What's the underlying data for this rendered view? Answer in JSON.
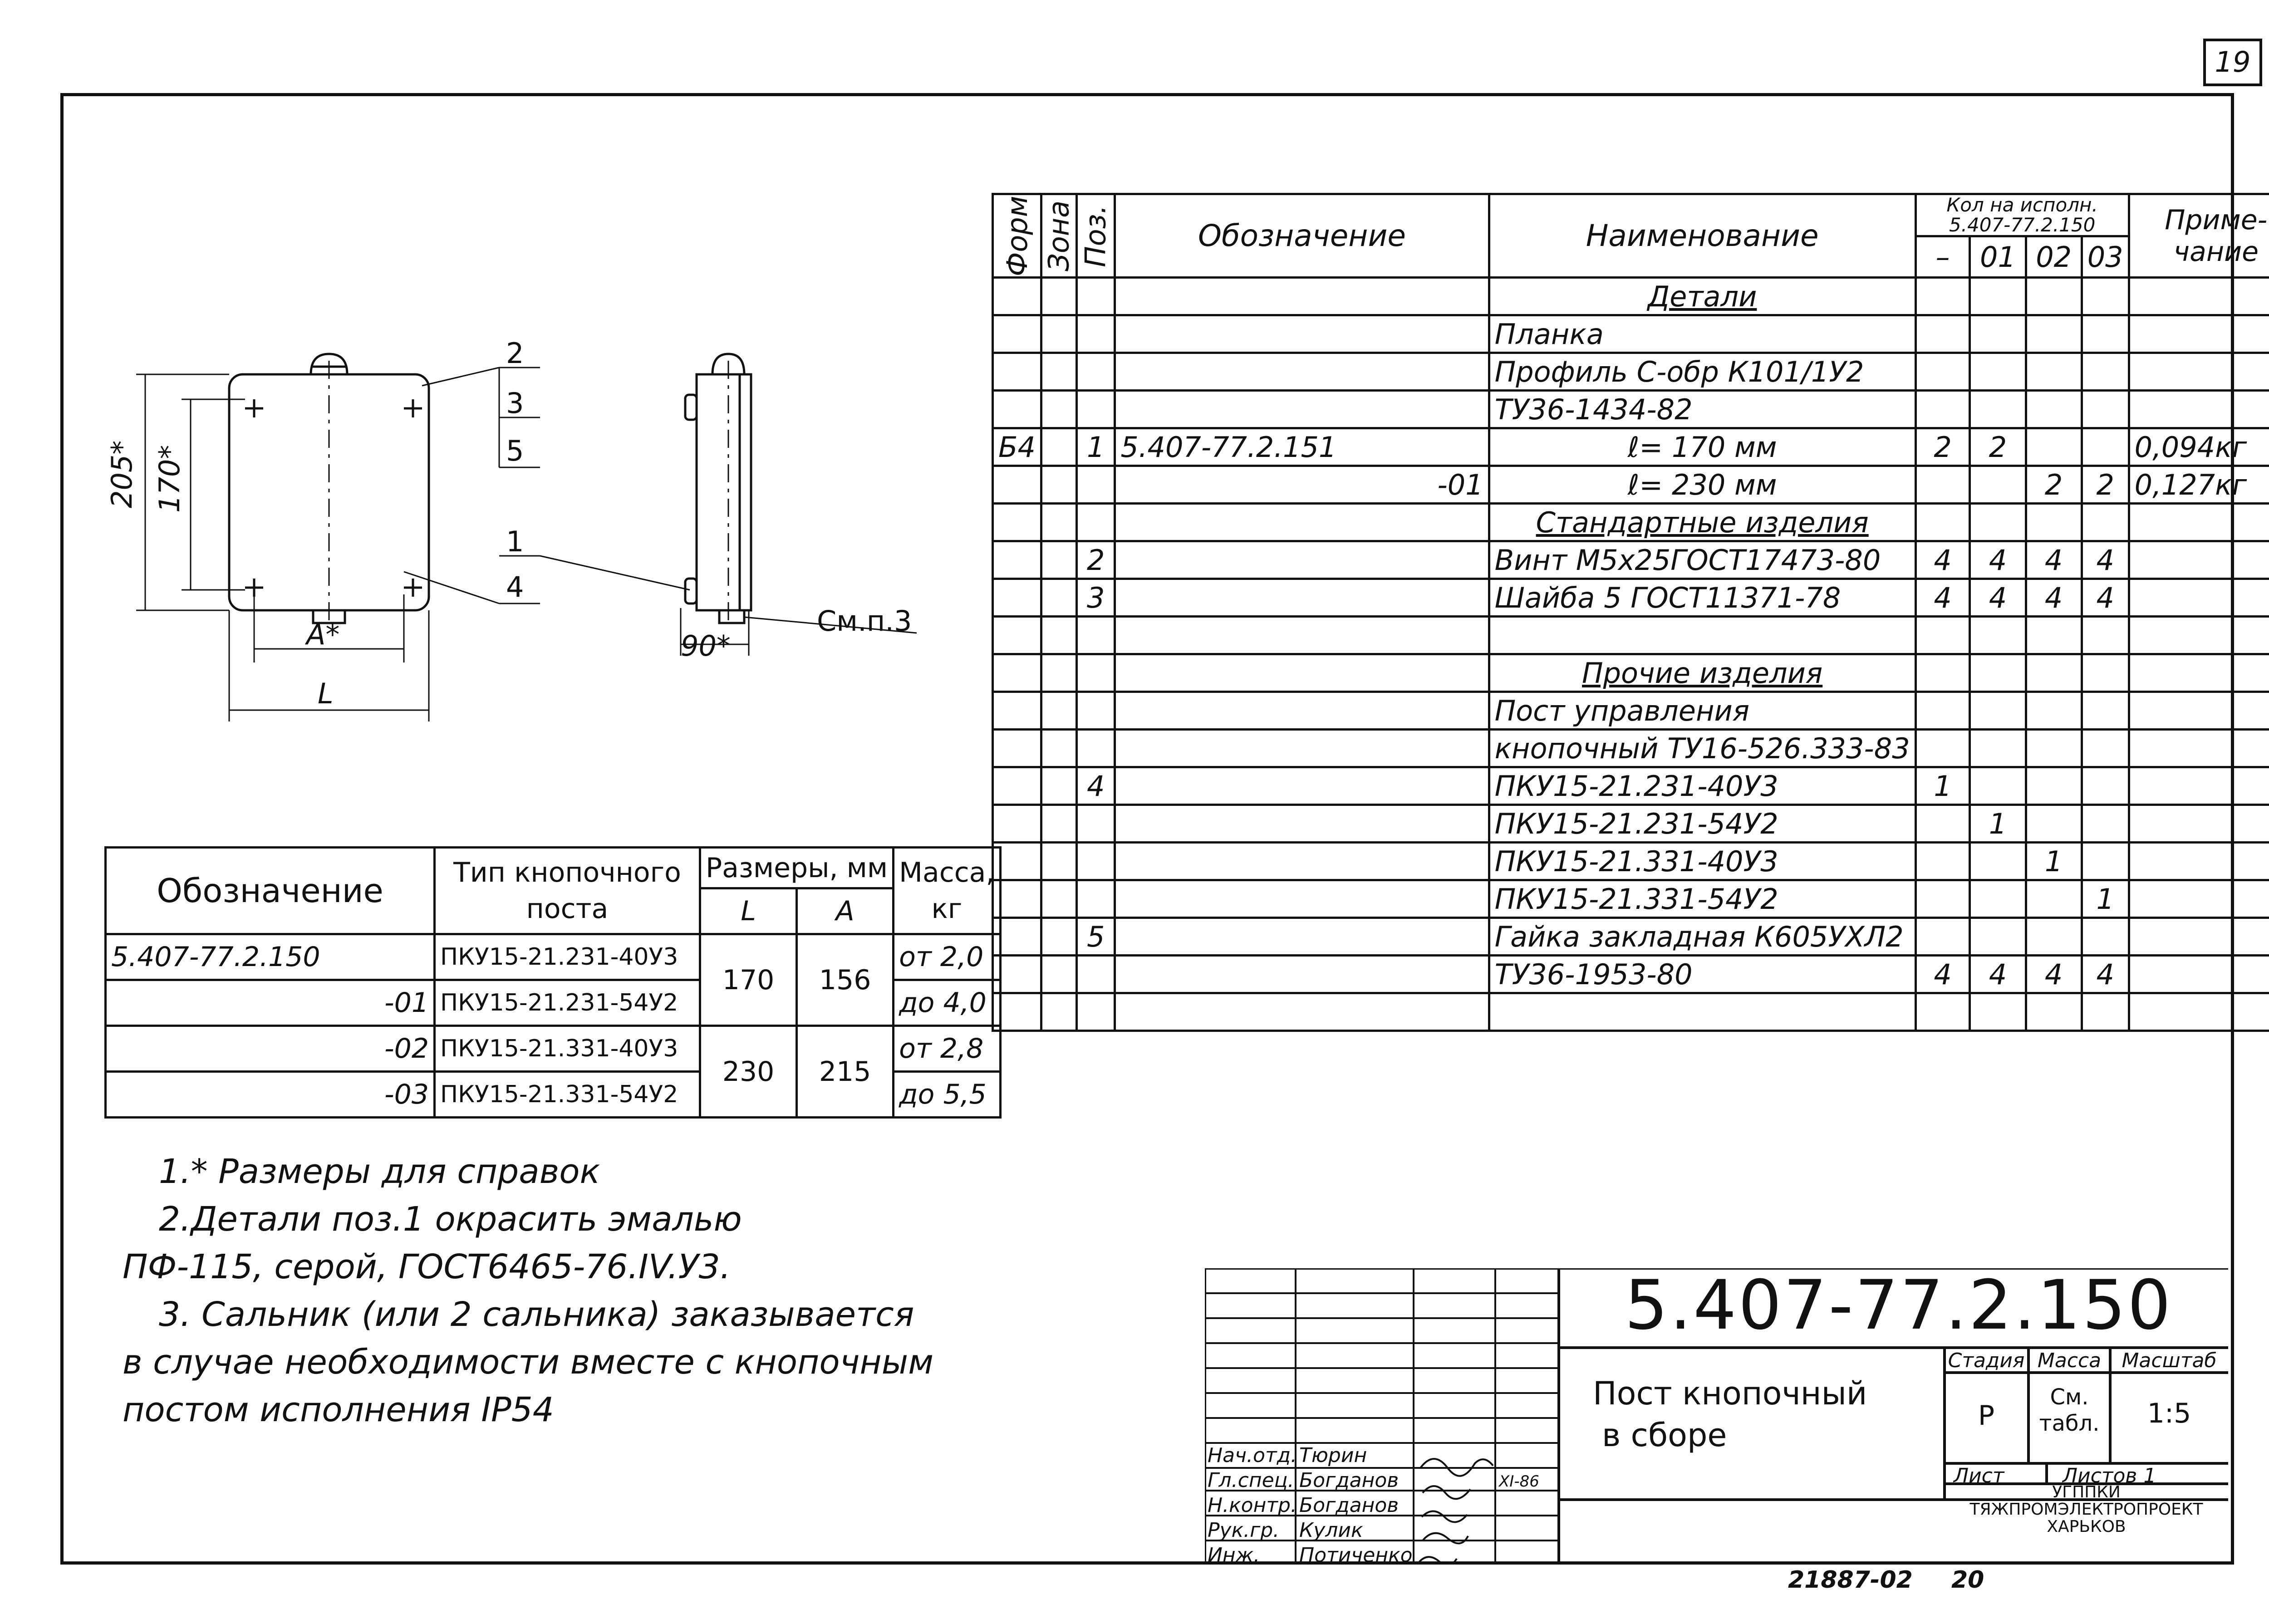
{
  "page_number": "19",
  "bottom_codes": {
    "archive": "21887-02",
    "sheet": "20"
  },
  "spec_table": {
    "headers": {
      "format": "Формат",
      "zone": "Зона",
      "pos": "Поз.",
      "designation": "Обозначение",
      "name": "Наименование",
      "qty_title": "Кол на исполн. 5.407-77.2.150",
      "qty_cols": [
        "–",
        "01",
        "02",
        "03"
      ],
      "note": "Приме- чание"
    },
    "rows": [
      {
        "fmt": "",
        "pos": "",
        "des": "",
        "name": "Детали",
        "q": [
          "",
          "",
          "",
          ""
        ],
        "note": "",
        "u": true
      },
      {
        "fmt": "",
        "pos": "",
        "des": "",
        "name": "Планка",
        "q": [
          "",
          "",
          "",
          ""
        ],
        "note": ""
      },
      {
        "fmt": "",
        "pos": "",
        "des": "",
        "name": "Профиль С-обр К101/1У2",
        "q": [
          "",
          "",
          "",
          ""
        ],
        "note": ""
      },
      {
        "fmt": "",
        "pos": "",
        "des": "",
        "name": "ТУ36-1434-82",
        "q": [
          "",
          "",
          "",
          ""
        ],
        "note": ""
      },
      {
        "fmt": "Б4",
        "pos": "1",
        "des": "5.407-77.2.151",
        "name": "ℓ= 170 мм",
        "q": [
          "2",
          "2",
          "",
          ""
        ],
        "note": "0,094кг"
      },
      {
        "fmt": "",
        "pos": "",
        "des": "-01",
        "name": "ℓ= 230 мм",
        "q": [
          "",
          "",
          "2",
          "2"
        ],
        "note": "0,127кг"
      },
      {
        "fmt": "",
        "pos": "",
        "des": "",
        "name": "Стандартные изделия",
        "q": [
          "",
          "",
          "",
          ""
        ],
        "note": "",
        "u": true
      },
      {
        "fmt": "",
        "pos": "2",
        "des": "",
        "name": "Винт М5х25ГОСТ17473-80",
        "q": [
          "4",
          "4",
          "4",
          "4"
        ],
        "note": ""
      },
      {
        "fmt": "",
        "pos": "3",
        "des": "",
        "name": "Шайба 5 ГОСТ11371-78",
        "q": [
          "4",
          "4",
          "4",
          "4"
        ],
        "note": ""
      },
      {
        "fmt": "",
        "pos": "",
        "des": "",
        "name": "",
        "q": [
          "",
          "",
          "",
          ""
        ],
        "note": ""
      },
      {
        "fmt": "",
        "pos": "",
        "des": "",
        "name": "Прочие изделия",
        "q": [
          "",
          "",
          "",
          ""
        ],
        "note": "",
        "u": true
      },
      {
        "fmt": "",
        "pos": "",
        "des": "",
        "name": "Пост управления",
        "q": [
          "",
          "",
          "",
          ""
        ],
        "note": ""
      },
      {
        "fmt": "",
        "pos": "",
        "des": "",
        "name": "кнопочный ТУ16-526.333-83",
        "q": [
          "",
          "",
          "",
          ""
        ],
        "note": ""
      },
      {
        "fmt": "",
        "pos": "4",
        "des": "",
        "name": "ПКУ15-21.231-40У3",
        "q": [
          "1",
          "",
          "",
          ""
        ],
        "note": ""
      },
      {
        "fmt": "",
        "pos": "",
        "des": "",
        "name": "ПКУ15-21.231-54У2",
        "q": [
          "",
          "1",
          "",
          ""
        ],
        "note": ""
      },
      {
        "fmt": "",
        "pos": "",
        "des": "",
        "name": "ПКУ15-21.331-40У3",
        "q": [
          "",
          "",
          "1",
          ""
        ],
        "note": ""
      },
      {
        "fmt": "",
        "pos": "",
        "des": "",
        "name": "ПКУ15-21.331-54У2",
        "q": [
          "",
          "",
          "",
          "1"
        ],
        "note": ""
      },
      {
        "fmt": "",
        "pos": "5",
        "des": "",
        "name": "Гайка закладная К605УХЛ2",
        "q": [
          "",
          "",
          "",
          ""
        ],
        "note": ""
      },
      {
        "fmt": "",
        "pos": "",
        "des": "",
        "name": "ТУ36-1953-80",
        "q": [
          "4",
          "4",
          "4",
          "4"
        ],
        "note": ""
      },
      {
        "fmt": "",
        "pos": "",
        "des": "",
        "name": "",
        "q": [
          "",
          "",
          "",
          ""
        ],
        "note": ""
      }
    ]
  },
  "sizes_table": {
    "h_designation": "Обозначение",
    "h_type": "Тип кнопочного поста",
    "h_sizes": "Размеры, мм",
    "h_L": "L",
    "h_A": "A",
    "h_mass": "Масса, кг",
    "rows": [
      {
        "des": "5.407-77.2.150",
        "type": "ПКУ15-21.231-40У3"
      },
      {
        "des": "-01",
        "type": "ПКУ15-21.231-54У2"
      },
      {
        "des": "-02",
        "type": "ПКУ15-21.331-40У3"
      },
      {
        "des": "-03",
        "type": "ПКУ15-21.331-54У2"
      }
    ],
    "group1": {
      "L": "170",
      "A": "156",
      "mass1": "от 2,0",
      "mass2": "до 4,0"
    },
    "group2": {
      "L": "230",
      "A": "215",
      "mass1": "от 2,8",
      "mass2": "до 5,5"
    }
  },
  "notes": [
    "1.* Размеры для справок",
    "2.Детали поз.1 окрасить эмалью",
    "ПФ-115, серой, ГОСТ6465-76.IV.У3.",
    "3. Сальник (или 2 сальника) заказывается",
    "в случае необходимости вместе с кнопочным",
    "постом исполнения IP54"
  ],
  "drawing": {
    "dim_205": "205*",
    "dim_170": "170*",
    "dim_A": "A*",
    "dim_L": "L",
    "dim_90": "90*",
    "callouts": [
      "2",
      "3",
      "5",
      "1",
      "4"
    ],
    "see_note": "См.п.3"
  },
  "title_block": {
    "doc_number": "5.407-77.2.150",
    "title_line1": "Пост кнопочный",
    "title_line2": "в сборе",
    "stage_h": "Стадия",
    "mass_h": "Масса",
    "scale_h": "Масштаб",
    "stage": "Р",
    "mass_line1": "См.",
    "mass_line2": "табл.",
    "scale": "1:5",
    "sheet": "Лист",
    "sheets": "Листов 1",
    "org1": "УГППКИ",
    "org2": "ТЯЖПРОМЭЛЕКТРОПРОЕКТ",
    "org3": "ХАРЬКОВ",
    "date": "XI-86",
    "roles": [
      {
        "role": "Нач.отд.",
        "name": "Тюрин"
      },
      {
        "role": "Гл.спец.",
        "name": "Богданов"
      },
      {
        "role": "Н.контр.",
        "name": "Богданов"
      },
      {
        "role": "Рук.гр.",
        "name": "Кулик"
      },
      {
        "role": "Инж.",
        "name": "Потиченко"
      }
    ]
  }
}
